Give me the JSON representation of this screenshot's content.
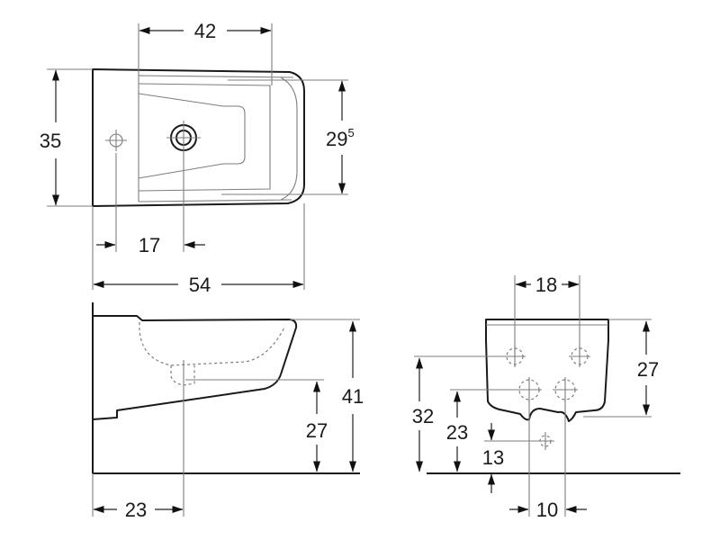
{
  "top_view": {
    "width_42": "42",
    "depth_35": "35",
    "depth_29": "29",
    "depth_29_sup": "5",
    "offset_17": "17",
    "length_54": "54"
  },
  "side_view": {
    "height_41": "41",
    "inlet_27": "27",
    "drain_23": "23"
  },
  "back_view": {
    "bolt_spacing_18": "18",
    "height_27": "27",
    "height_32": "32",
    "height_23": "23",
    "height_13": "13",
    "spacing_10": "10"
  }
}
